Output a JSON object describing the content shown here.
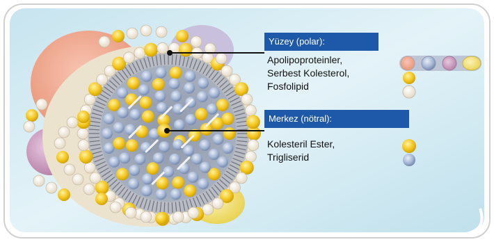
{
  "surface": {
    "title": "Yüzey (polar):",
    "items": [
      "Apolipoproteinler,",
      "Serbest Kolesterol,",
      "Fosfolipid"
    ]
  },
  "core": {
    "title": "Merkez (nötral):",
    "items": [
      "Kolesteril Ester,",
      "Trigliserid"
    ]
  },
  "colors": {
    "background": "#d8edf5",
    "title_box": "#1e58a8",
    "cholesterol_yellow": "#f2c41a",
    "phospholipid_cream": "#f3ead8",
    "ester_blue": "#8fa4c8",
    "apoprotein_salmon": "#f0a58a",
    "apoprotein_pink": "#c98fb8",
    "apoprotein_violet": "#c9a9cf",
    "apoprotein_yellow": "#f3dd6a"
  },
  "icons": [
    "lipoprotein-particle-icon",
    "apolipoprotein-legend-icon",
    "free-cholesterol-legend-icon",
    "phospholipid-legend-icon",
    "cholesteryl-ester-legend-icon",
    "triglyceride-legend-icon"
  ]
}
